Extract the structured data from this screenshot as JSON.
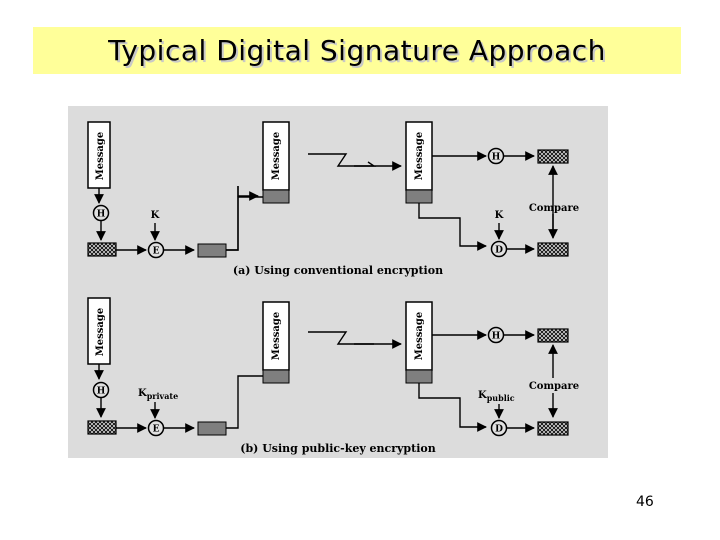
{
  "slide": {
    "title": "Typical Digital Signature Approach",
    "page_number": "46"
  },
  "diagram": {
    "section_a": {
      "caption": "(a) Using conventional encryption",
      "message_label": "Message",
      "hash_label": "H",
      "encrypt_label": "E",
      "decrypt_label": "D",
      "key_sender": "K",
      "key_receiver": "K",
      "compare_label": "Compare"
    },
    "section_b": {
      "caption": "(b) Using public-key encryption",
      "message_label": "Message",
      "hash_label": "H",
      "encrypt_label": "E",
      "decrypt_label": "D",
      "key_sender_base": "K",
      "key_sender_sub": "private",
      "key_receiver_base": "K",
      "key_receiver_sub": "public",
      "compare_label": "Compare"
    }
  },
  "colors": {
    "title_background": "#ffff99",
    "panel_background": "#dcdcdc",
    "message_box": "#ffffff",
    "signature_block": "#7f7f7f",
    "hash_value_box": "#cfcfcf"
  }
}
